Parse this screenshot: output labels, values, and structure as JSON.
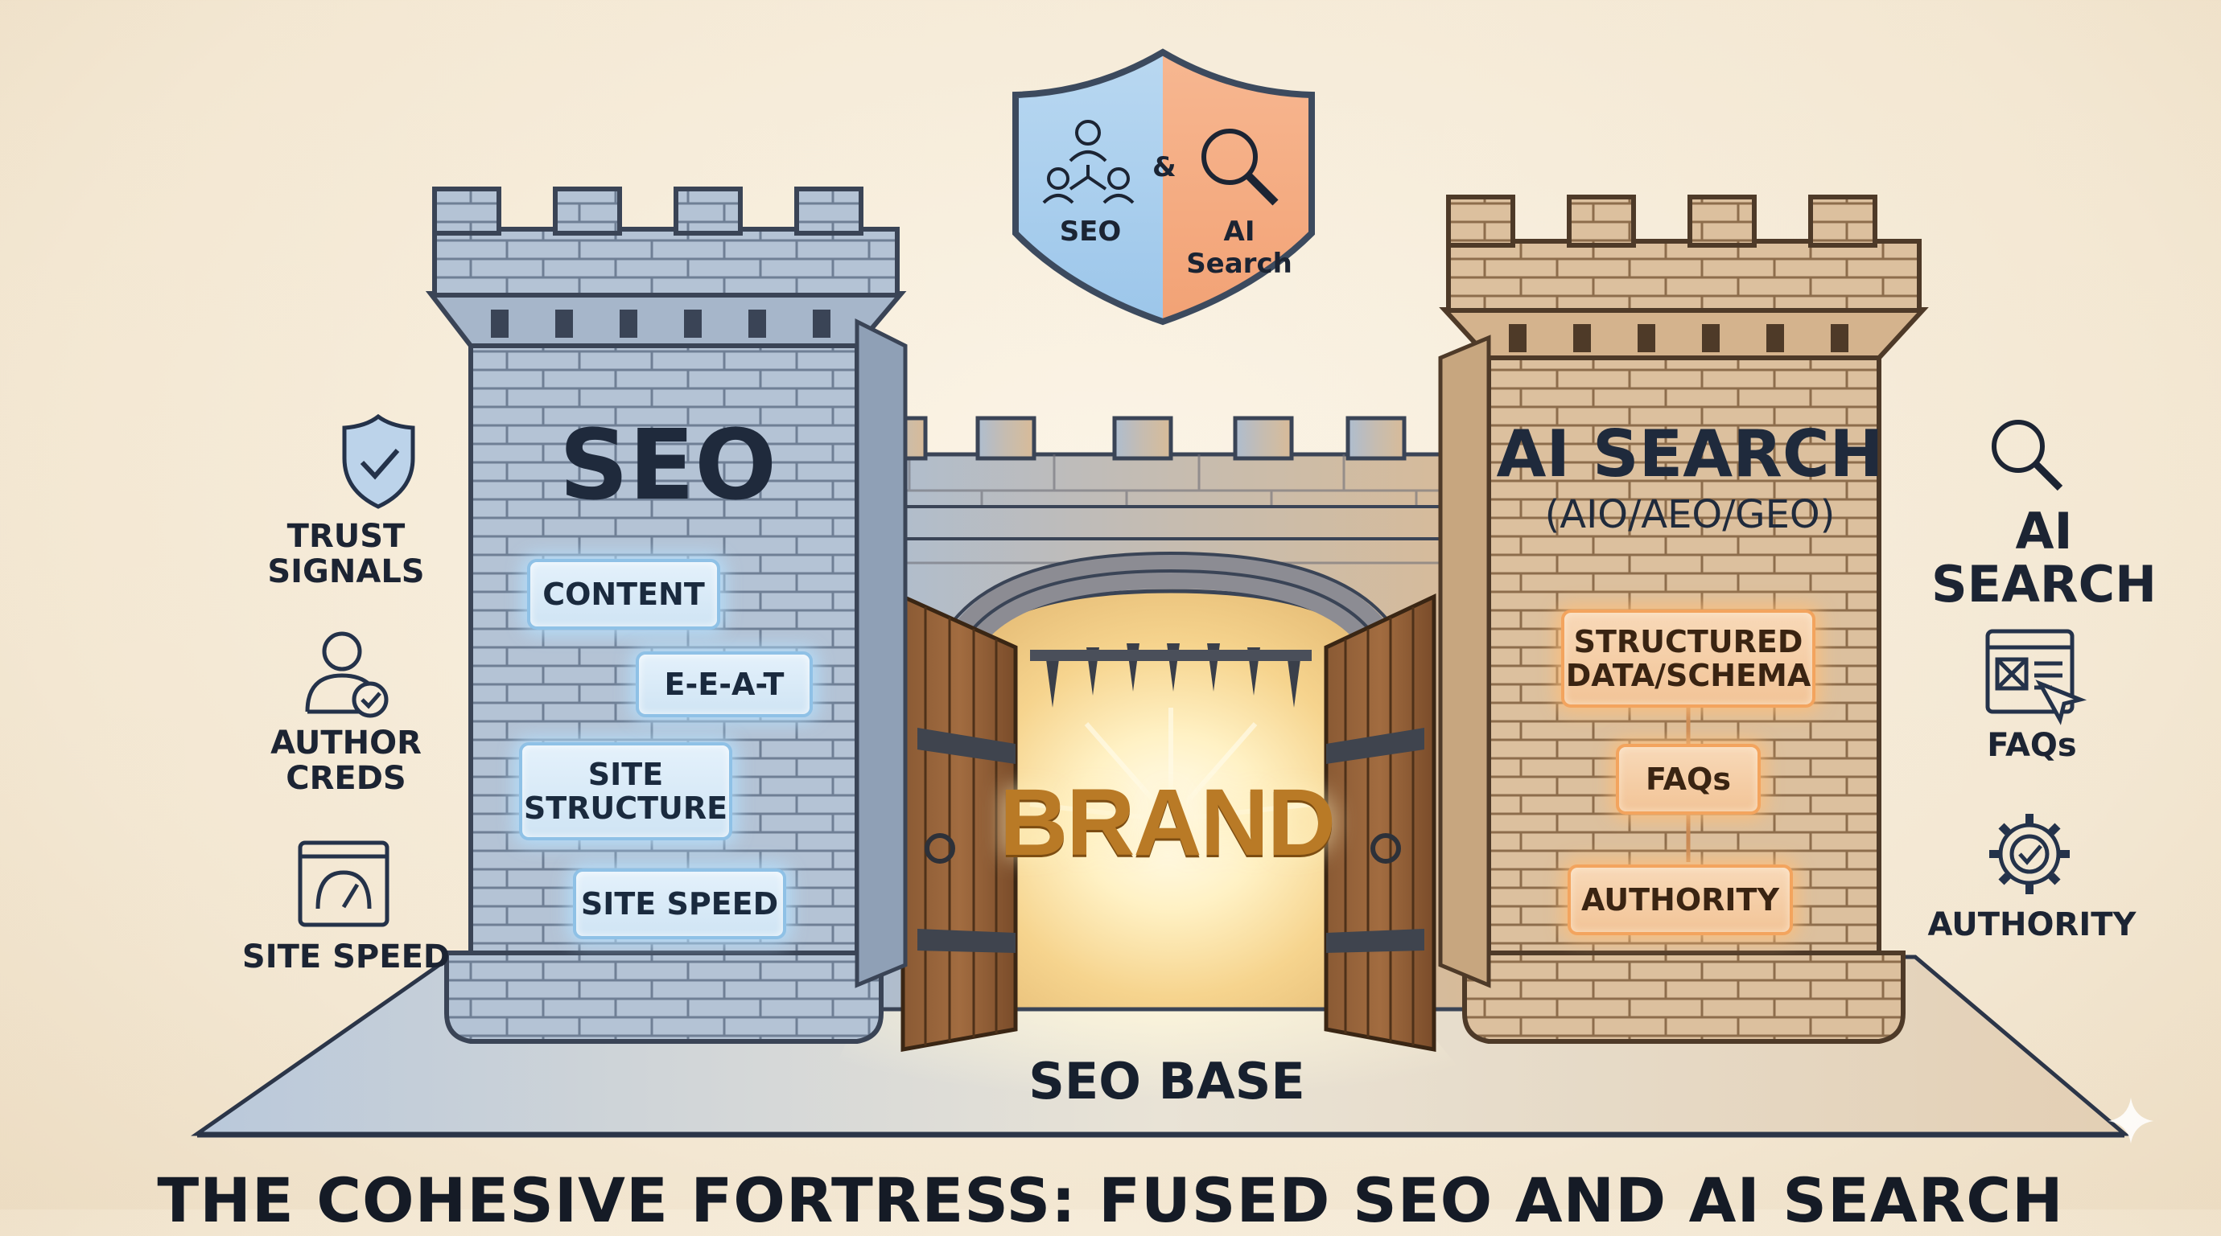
{
  "shield": {
    "seo_label": "SEO",
    "ampersand": "&",
    "ai_label": "AI Search",
    "icons": [
      "people-network-icon",
      "magnifier-icon"
    ]
  },
  "left_tower": {
    "title": "SEO",
    "tags": [
      {
        "label": "CONTENT"
      },
      {
        "label": "E-E-A-T"
      },
      {
        "label_lines": [
          "SITE",
          "STRUCTURE"
        ]
      },
      {
        "label": "SITE SPEED"
      }
    ]
  },
  "right_tower": {
    "title": "AI SEARCH",
    "subtitle": "(AIO/AEO/GEO)",
    "tags": [
      {
        "label_lines": [
          "STRUCTURED",
          "DATA/SCHEMA"
        ]
      },
      {
        "label": "FAQs"
      },
      {
        "label": "AUTHORITY"
      }
    ]
  },
  "gate": {
    "brand": "BRAND"
  },
  "base": {
    "label": "SEO BASE"
  },
  "left_side": [
    {
      "icon": "shield-check-icon",
      "lines": [
        "TRUST",
        "SIGNALS"
      ]
    },
    {
      "icon": "author-check-icon",
      "lines": [
        "AUTHOR",
        "CREDS"
      ]
    },
    {
      "icon": "speedometer-icon",
      "lines": [
        "SITE SPEED"
      ]
    }
  ],
  "right_side": {
    "heading": "AI SEARCH",
    "heading_icon": "magnifier-icon",
    "items": [
      {
        "icon": "faq-window-icon",
        "label": "FAQs"
      },
      {
        "icon": "gear-check-icon",
        "label": "AUTHORITY"
      }
    ]
  },
  "footer": {
    "title": "THE COHESIVE FORTRESS: FUSED SEO AND AI SEARCH"
  },
  "colors": {
    "stone_blue": "#a9b9cc",
    "stone_tan": "#d6b894",
    "tag_blue_border": "#8fc1e6",
    "tag_orange_border": "#f3a45e",
    "brand_gold": "#b97a26",
    "background": "#f6ecdb"
  }
}
